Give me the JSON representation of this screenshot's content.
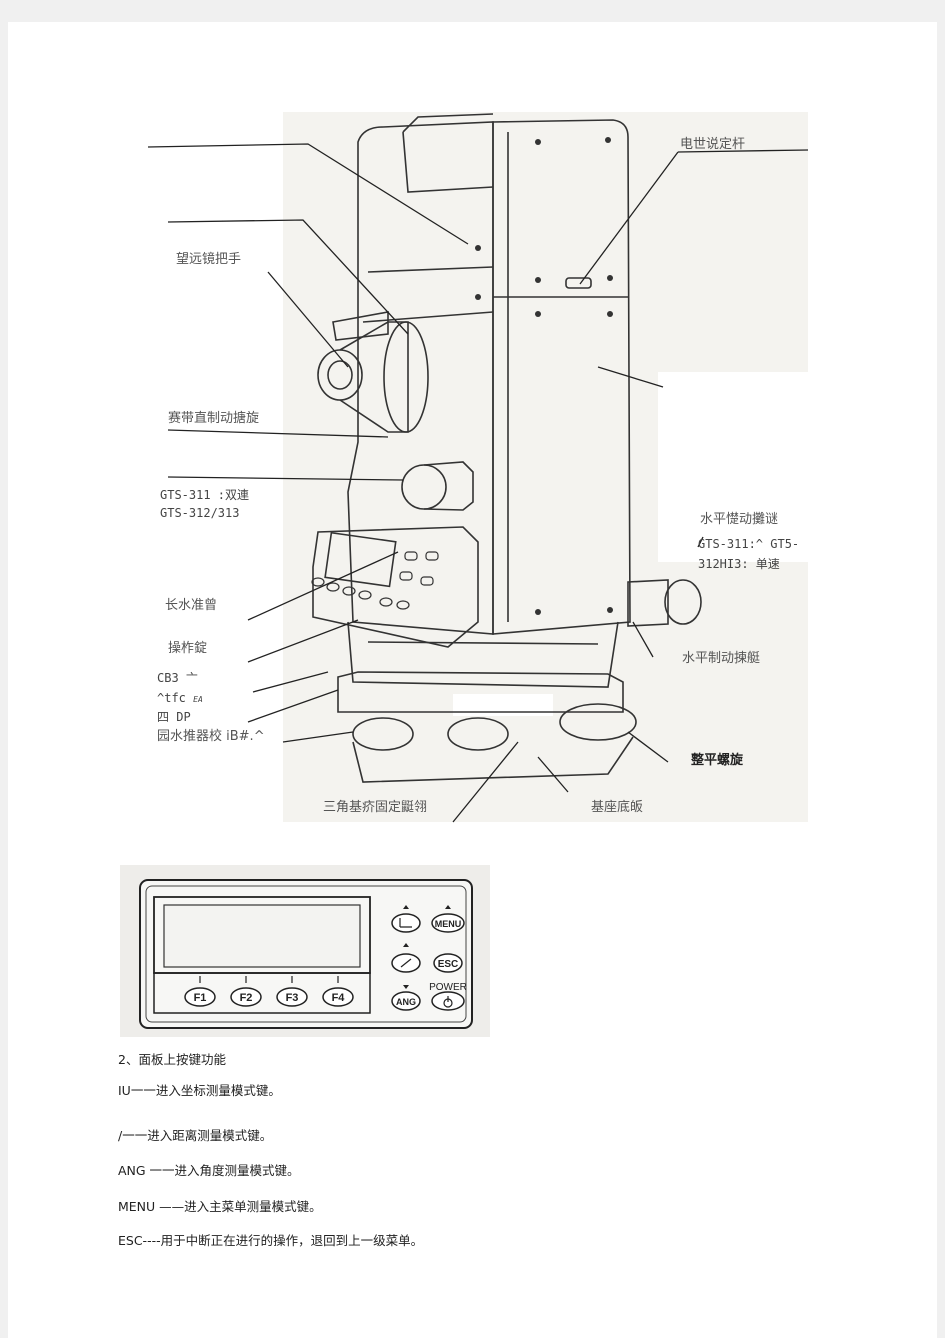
{
  "figure1": {
    "labels": {
      "battery_lock": "电世说定杆",
      "telescope_handle": "望远镜把手",
      "vertical_clamp": "赛带直制动搪旋",
      "gts311_a": "GTS-311 :双連",
      "gts312_a": "GTS-312/313",
      "plate_level": "长水准曾",
      "keyboard": "操柞錠",
      "cb3": "CB3 亠",
      "tfc": "^tfc",
      "tfc_small": "EA",
      "dp": "四 DP",
      "circular_level": "园水推器校 iB#.^",
      "tribrach_lock": "三角基疥固定鼮翎",
      "base_plate": "基座底皈",
      "leveling_screw": "整平螺旋",
      "horizontal_clamp": "水平制动揀艇",
      "horizontal_tangent": "水平憷动攤谜",
      "gts311_b": "GTS-311:^ GT5-",
      "gts312_b": "312HI3: 单速"
    }
  },
  "figure2": {
    "keys_f": [
      "F1",
      "F2",
      "F3",
      "F4"
    ],
    "key_menu": "MENU",
    "key_esc": "ESC",
    "key_ang": "ANG",
    "power_label": "POWER"
  },
  "section": {
    "heading": "2、面板上按键功能",
    "items": [
      "IU一一进入坐标测量模式键。",
      "/一一进入距离测量模式键。",
      "ANG 一一进入角度测量模式键。",
      "MENU ——进入主菜单测量模式键。",
      "ESC----用于中断正在进行的操作，退回到上一级菜单。"
    ]
  }
}
